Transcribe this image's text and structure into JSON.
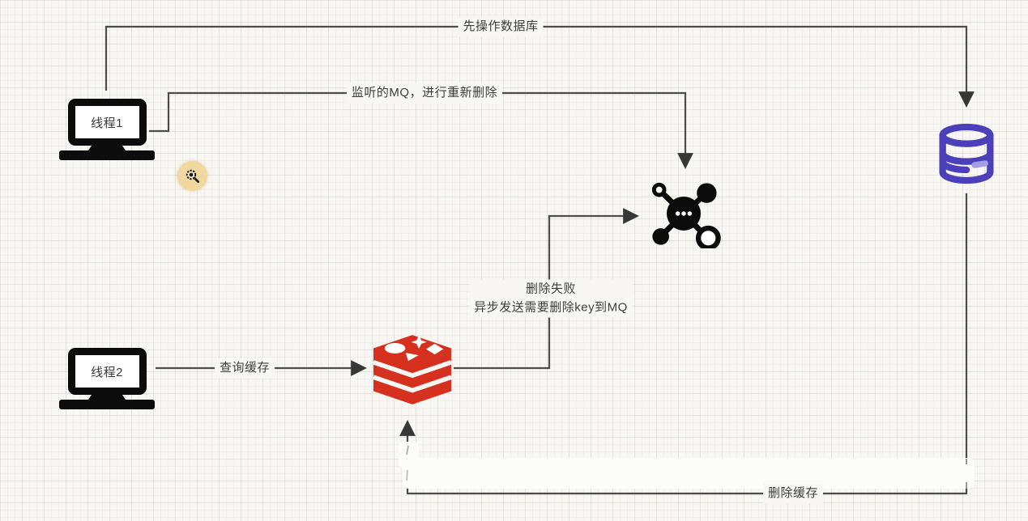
{
  "diagram": {
    "background": {
      "paper": "#f8f7f4",
      "grid": "#e6e3dd"
    },
    "wire_color": "#4c4c4c",
    "nodes": {
      "thread1": {
        "label": "线程1",
        "icon": "laptop-icon"
      },
      "thread2": {
        "label": "线程2",
        "icon": "laptop-icon"
      },
      "redis": {
        "icon": "redis-icon",
        "color": "#d6301f"
      },
      "mq": {
        "icon": "mq-hub-icon",
        "color": "#0b0b0b"
      },
      "database": {
        "icon": "database-icon",
        "color": "#4b40ba"
      }
    },
    "edges": {
      "op_db": {
        "label": "先操作数据库",
        "from": "thread1",
        "to": "database"
      },
      "mq_redelete": {
        "label": "监听的MQ，进行重新删除",
        "from": "thread1",
        "to": "mq"
      },
      "delete_fail": {
        "label_line1": "删除失败",
        "label_line2": "异步发送需要删除key到MQ",
        "from": "redis",
        "to": "mq"
      },
      "query_cache": {
        "label": "查询缓存",
        "from": "thread2",
        "to": "redis"
      },
      "delete_cache": {
        "label": "删除缓存",
        "from": "database",
        "to": "redis"
      }
    },
    "cursor": {
      "type": "zoom-magnifier",
      "bubble_color": "#f1d7a0"
    }
  }
}
